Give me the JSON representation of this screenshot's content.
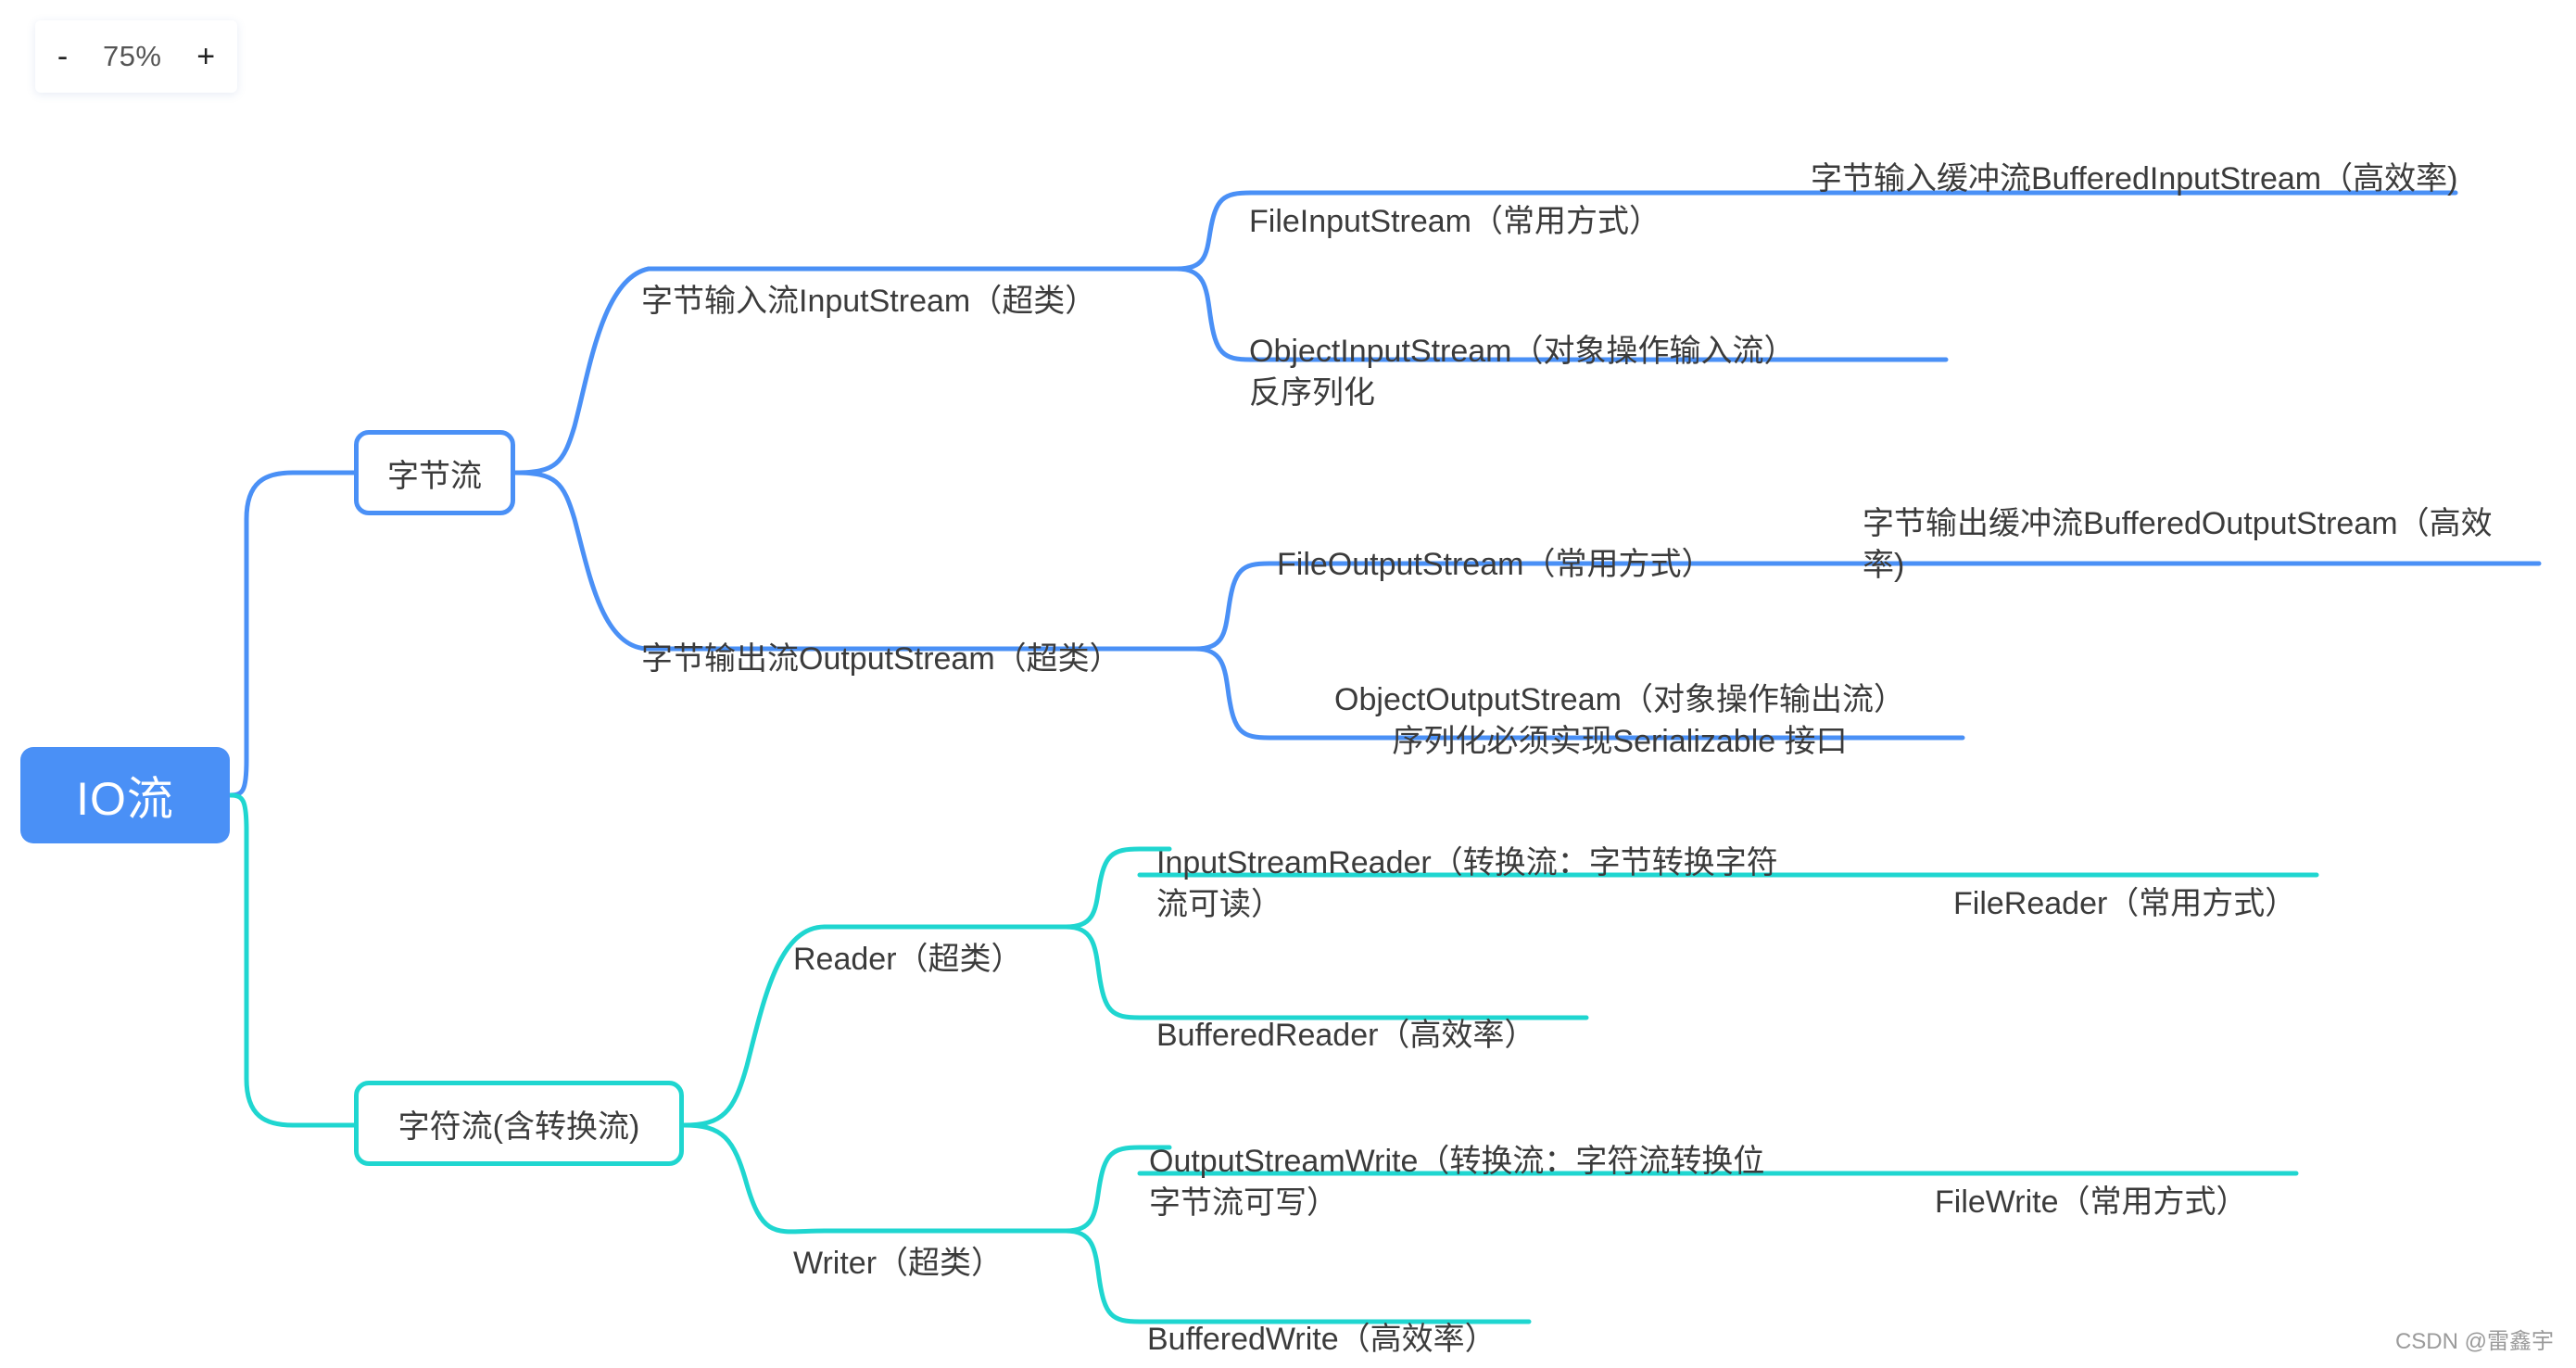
{
  "zoom_control": {
    "decrease_label": "-",
    "value": "75%",
    "increase_label": "+"
  },
  "mindmap": {
    "root": {
      "label": "IO流"
    },
    "branches": [
      {
        "label": "字节流",
        "color": "#4a90f6",
        "children": [
          {
            "label": "字节输入流InputStream（超类）",
            "children": [
              {
                "label": "FileInputStream（常用方式）",
                "children": [
                  {
                    "label": "字节输入缓冲流BufferedInputStream（高效率)"
                  }
                ]
              },
              {
                "label": "ObjectInputStream（对象操作输入流）\n反序列化"
              }
            ]
          },
          {
            "label": "字节输出流OutputStream（超类）",
            "children": [
              {
                "label": "FileOutputStream（常用方式）",
                "children": [
                  {
                    "label": "字节输出缓冲流BufferedOutputStream（高效率)"
                  }
                ]
              },
              {
                "label": "ObjectOutputStream（对象操作输出流）\n序列化必须实现Serializable 接口"
              }
            ]
          }
        ]
      },
      {
        "label": "字符流(含转换流)",
        "color": "#1fd6d0",
        "children": [
          {
            "label": "Reader（超类）",
            "children": [
              {
                "label": "InputStreamReader（转换流：字节转换字符\n流可读）",
                "children": [
                  {
                    "label": "FileReader（常用方式）"
                  }
                ]
              },
              {
                "label": "BufferedReader（高效率）"
              }
            ]
          },
          {
            "label": "Writer（超类）",
            "children": [
              {
                "label": "OutputStreamWrite（转换流：字符流转换位\n字节流可写）",
                "children": [
                  {
                    "label": "FileWrite（常用方式）"
                  }
                ]
              },
              {
                "label": "BufferedWrite（高效率）"
              }
            ]
          }
        ]
      }
    ]
  },
  "watermark": {
    "text": "CSDN @雷鑫宇"
  }
}
